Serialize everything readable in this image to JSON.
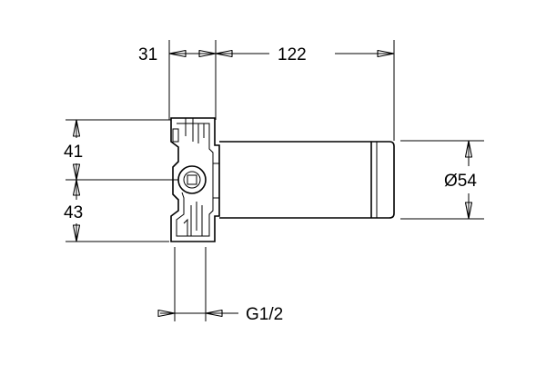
{
  "dimensions": {
    "top_left_width": "31",
    "top_right_length": "122",
    "upper_height": "41",
    "lower_height": "43",
    "diameter": "Ø54",
    "thread": "G1/2"
  },
  "colors": {
    "line": "#000000",
    "background": "#ffffff"
  }
}
